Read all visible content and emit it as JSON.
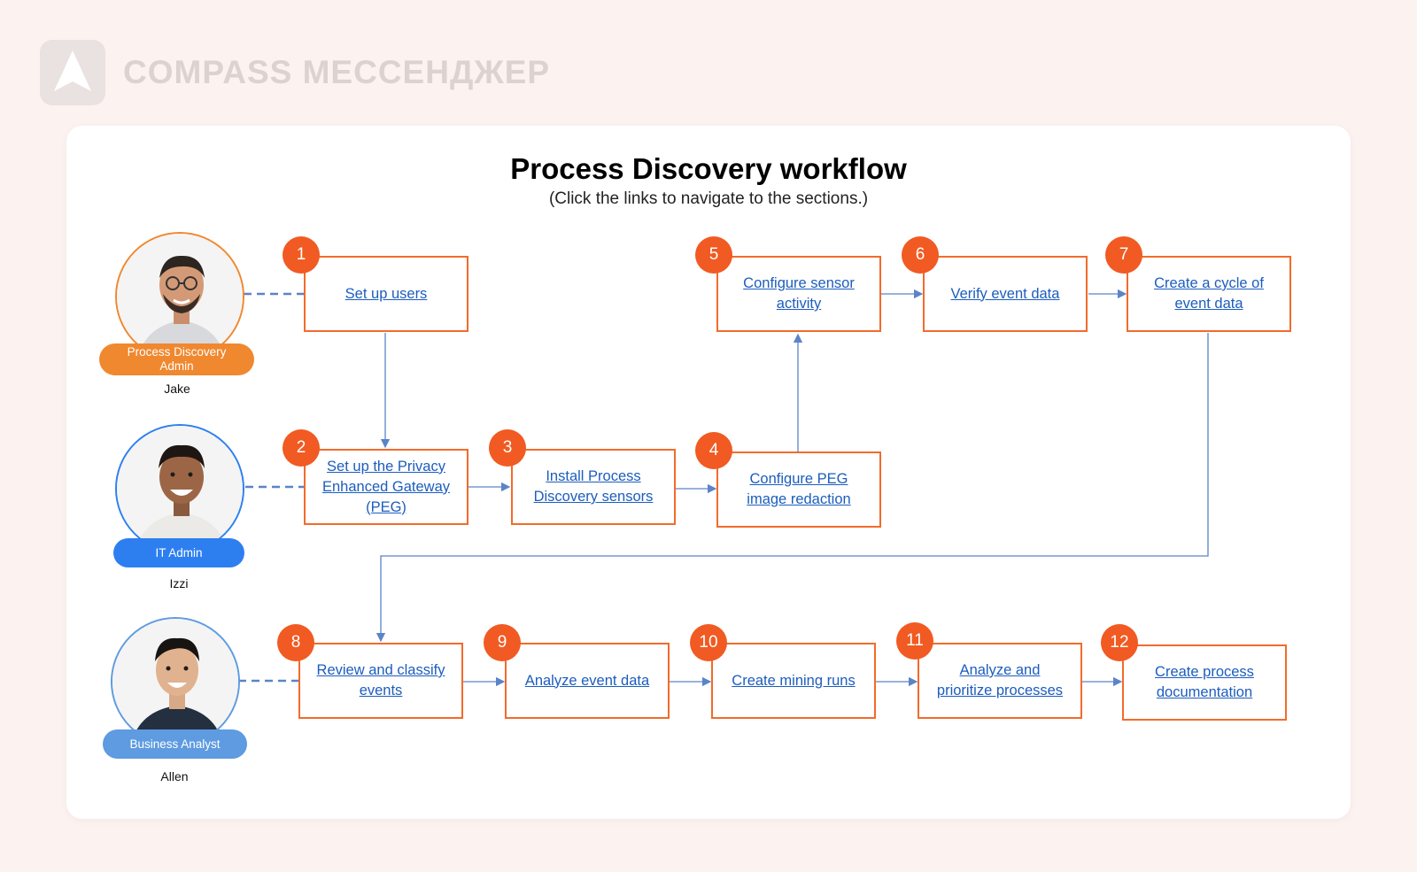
{
  "brand": {
    "name": "COMPASS МЕССЕНДЖЕР"
  },
  "diagram": {
    "title": "Process Discovery workflow",
    "subtitle": "(Click the links to navigate to the sections.)"
  },
  "personas": [
    {
      "role": "Process Discovery Admin",
      "name": "Jake",
      "color": "#f0882f"
    },
    {
      "role": "IT Admin",
      "name": "Izzi",
      "color": "#2d7ff0"
    },
    {
      "role": "Business Analyst",
      "name": "Allen",
      "color": "#5e9be0"
    }
  ],
  "steps": [
    {
      "number": "1",
      "label": "Set up users"
    },
    {
      "number": "2",
      "label": "Set up the Privacy Enhanced Gateway (PEG)"
    },
    {
      "number": "3",
      "label": "Install Process Discovery sensors"
    },
    {
      "number": "4",
      "label": "Configure PEG image redaction"
    },
    {
      "number": "5",
      "label": "Configure sensor activity"
    },
    {
      "number": "6",
      "label": "Verify event data"
    },
    {
      "number": "7",
      "label": "Create a cycle of event data"
    },
    {
      "number": "8",
      "label": "Review and classify events"
    },
    {
      "number": "9",
      "label": "Analyze event data"
    },
    {
      "number": "10",
      "label": "Create mining runs"
    },
    {
      "number": "11",
      "label": "Analyze and prioritize processes"
    },
    {
      "number": "12",
      "label": "Create process documentation"
    }
  ],
  "colors": {
    "accent": "#f15a22",
    "box_border": "#f26b2b",
    "link": "#1c5dbd",
    "connector": "#5b84c8"
  }
}
